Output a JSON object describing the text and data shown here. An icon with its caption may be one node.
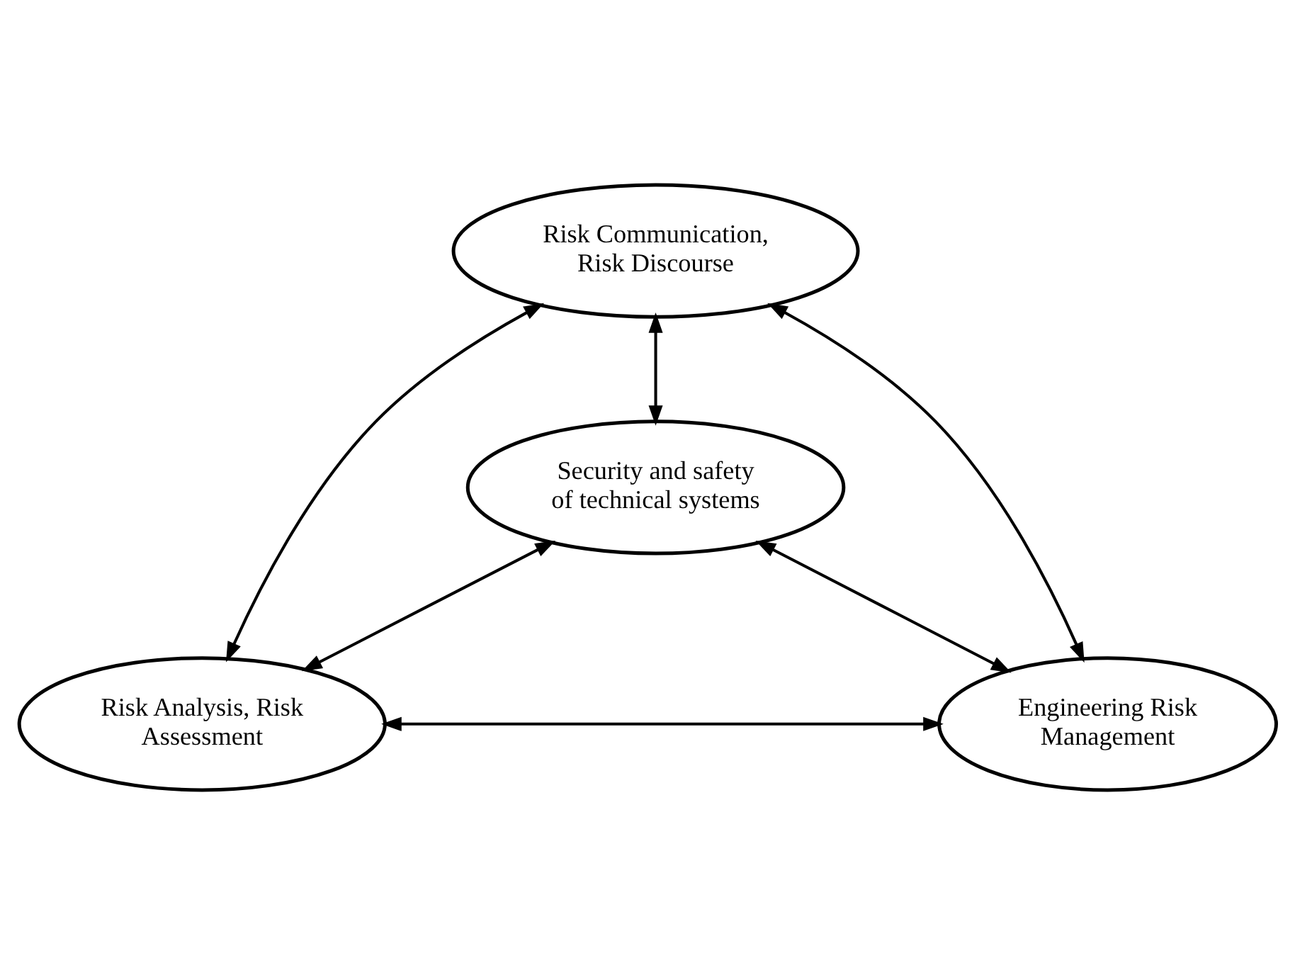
{
  "diagram": {
    "nodes": [
      {
        "text": [
          "Risk Communication, Risk Discourse"
        ]
      },
      {
        "text": [
          "Security and safety of technical systems"
        ]
      },
      {
        "text": [
          "Risk Analysis, Risk Assessment"
        ]
      },
      {
        "text": [
          "Engineering Risk Management"
        ]
      }
    ],
    "edges": [
      {
        "from": 0,
        "to": 1,
        "arrow": "both"
      },
      {
        "from": 0,
        "to": 2,
        "arrow": "both"
      },
      {
        "from": 0,
        "to": 3,
        "arrow": "both"
      },
      {
        "from": 1,
        "to": 2,
        "arrow": "both"
      },
      {
        "from": 1,
        "to": 3,
        "arrow": "both"
      },
      {
        "from": 2,
        "to": 3,
        "arrow": "both"
      }
    ]
  }
}
